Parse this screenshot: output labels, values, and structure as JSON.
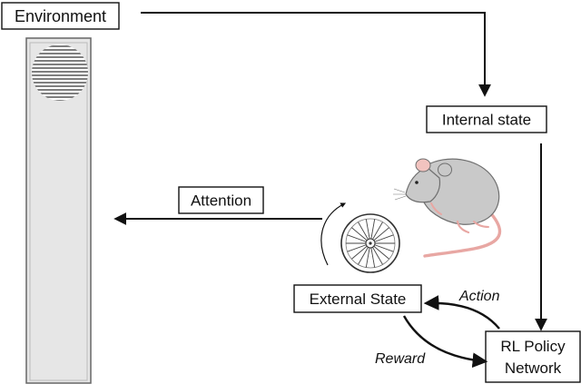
{
  "nodes": {
    "environment": "Environment",
    "internal_state": "Internal state",
    "attention": "Attention",
    "external_state": "External State",
    "rl_policy_line1": "RL Policy",
    "rl_policy_line2": "Network"
  },
  "edges": {
    "action": "Action",
    "reward": "Reward"
  },
  "colors": {
    "stroke": "#111111",
    "panel_fill": "#e6e6e6",
    "mouse_body": "#c9c9c9",
    "mouse_tail": "#e8a7a3",
    "mouse_ear": "#f2c3bf"
  },
  "icons": {
    "environment_panel": "vertical-display-panel-icon",
    "grating": "striped-grating-icon",
    "wheel": "running-wheel-icon",
    "mouse": "mouse-illustration-icon"
  }
}
